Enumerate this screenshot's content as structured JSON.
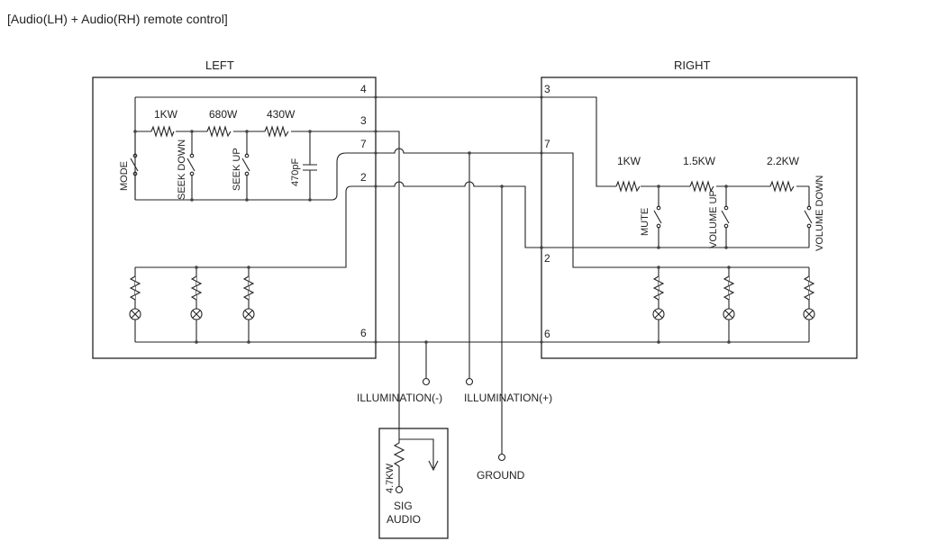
{
  "title": "[Audio(LH) + Audio(RH) remote control]",
  "left_module": {
    "heading": "LEFT",
    "pins": {
      "p4": "4",
      "p3": "3",
      "p7": "7",
      "p2": "2",
      "p6": "6"
    },
    "resistors": {
      "r1": "1KW",
      "r2": "680W",
      "r3": "430W"
    },
    "capacitor": "470pF",
    "switches": {
      "s1": "MODE",
      "s2": "SEEK DOWN",
      "s3": "SEEK UP"
    }
  },
  "right_module": {
    "heading": "RIGHT",
    "pins": {
      "p3": "3",
      "p7": "7",
      "p2": "2",
      "p6": "6"
    },
    "resistors": {
      "r1": "1KW",
      "r2": "1.5KW",
      "r3": "2.2KW"
    },
    "switches": {
      "s1": "MUTE",
      "s2": "VOLUME UP",
      "s3": "VOLUME DOWN"
    }
  },
  "external": {
    "illum_neg": "ILLUMINATION(-)",
    "illum_pos": "ILLUMINATION(+)",
    "ground": "GROUND",
    "pot_value": "4.7KW",
    "sig_line1": "SIG",
    "sig_line2": "AUDIO"
  }
}
